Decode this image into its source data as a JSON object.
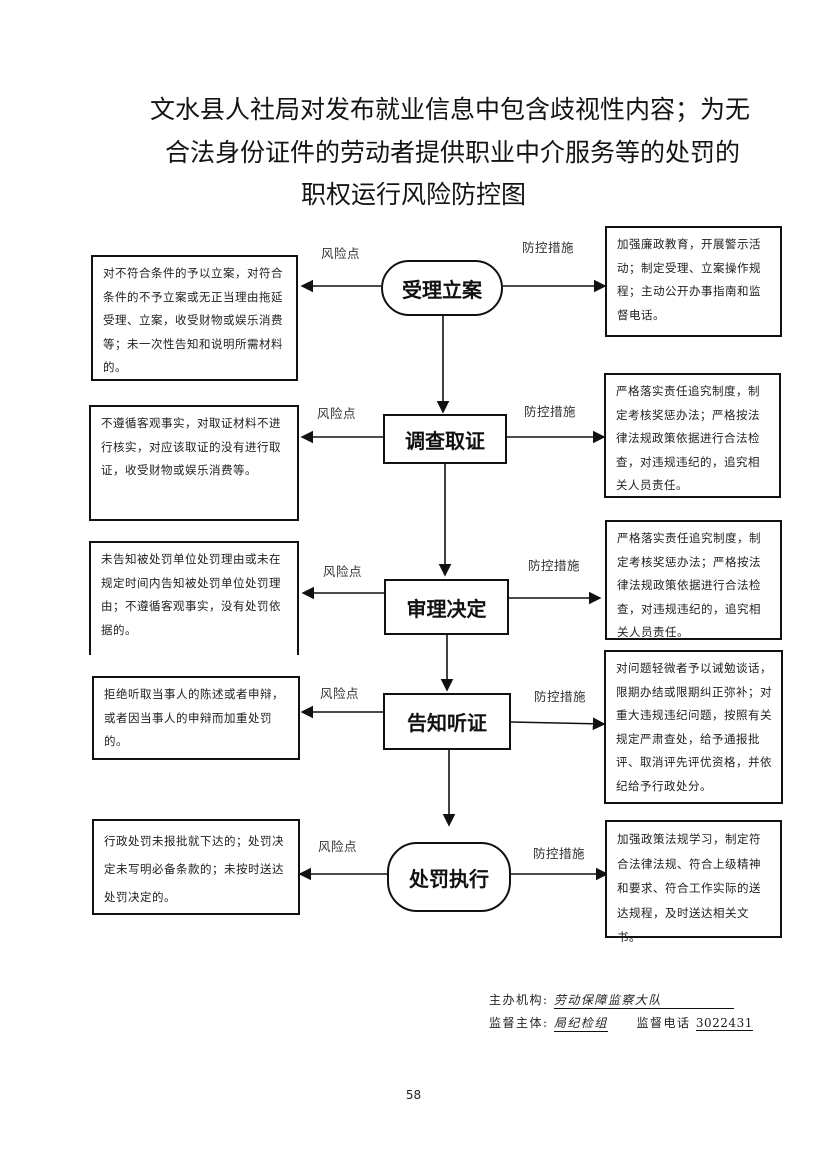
{
  "title": {
    "line1": "文水县人社局对发布就业信息中包含歧视性内容；为无",
    "line2": "合法身份证件的劳动者提供职业中介服务等的处罚的",
    "line3": "职权运行风险防控图"
  },
  "labels": {
    "risk": "风险点",
    "control": "防控措施"
  },
  "steps": [
    {
      "name": "受理立案",
      "shape": "rounded",
      "risk": "对不符合条件的予以立案，对符合条件的不予立案或无正当理由拖延受理、立案，收受财物或娱乐消费等；未一次性告知和说明所需材料的。",
      "control": "加强廉政教育，开展警示活动；制定受理、立案操作规程；主动公开办事指南和监督电话。"
    },
    {
      "name": "调查取证",
      "shape": "rect",
      "risk": "不遵循客观事实，对取证材料不进行核实，对应该取证的没有进行取证，收受财物或娱乐消费等。",
      "control": "严格落实责任追究制度，制定考核奖惩办法；严格按法律法规政策依据进行合法检查，对违规违纪的，追究相关人员责任。"
    },
    {
      "name": "审理决定",
      "shape": "rect",
      "risk": "未告知被处罚单位处罚理由或未在规定时间内告知被处罚单位处罚理由；不遵循客观事实，没有处罚依据的。",
      "control": "严格落实责任追究制度，制定考核奖惩办法；严格按法律法规政策依据进行合法检查，对违规违纪的，追究相关人员责任。"
    },
    {
      "name": "告知听证",
      "shape": "rect",
      "risk": "拒绝听取当事人的陈述或者申辩，或者因当事人的申辩而加重处罚的。",
      "control": "对问题轻微者予以诫勉谈话，限期办结或限期纠正弥补；对重大违规违纪问题，按照有关规定严肃查处，给予通报批评、取消评先评优资格，并依纪给予行政处分。"
    },
    {
      "name": "处罚执行",
      "shape": "rounded",
      "risk": "行政处罚未报批就下达的；处罚决定未写明必备条款的；未按时送达处罚决定的。",
      "control": "加强政策法规学习，制定符合法律法规、符合上级精神和要求、符合工作实际的送达规程，及时送达相关文书。"
    }
  ],
  "footer": {
    "organizer_label": "主办机构:",
    "organizer_value": "劳动保障监察大队",
    "supervisor_label": "监督主体:",
    "supervisor_value": "局纪检组",
    "phone_label": "监督电话",
    "phone_value": "3022431"
  },
  "page_number": "58"
}
